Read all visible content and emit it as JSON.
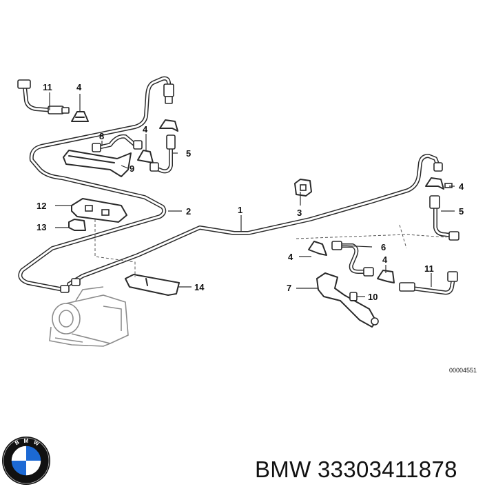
{
  "diagram": {
    "callouts": [
      {
        "id": "c11a",
        "text": "11"
      },
      {
        "id": "c4a",
        "text": "4"
      },
      {
        "id": "c8",
        "text": "8"
      },
      {
        "id": "c4b",
        "text": "4"
      },
      {
        "id": "c9",
        "text": "9"
      },
      {
        "id": "c5a",
        "text": "5"
      },
      {
        "id": "c3",
        "text": "3"
      },
      {
        "id": "c4c",
        "text": "4"
      },
      {
        "id": "c5b",
        "text": "5"
      },
      {
        "id": "c12",
        "text": "12"
      },
      {
        "id": "c2",
        "text": "2"
      },
      {
        "id": "c1",
        "text": "1"
      },
      {
        "id": "c13",
        "text": "13"
      },
      {
        "id": "c6",
        "text": "6"
      },
      {
        "id": "c4d",
        "text": "4"
      },
      {
        "id": "c4e",
        "text": "4"
      },
      {
        "id": "c14",
        "text": "14"
      },
      {
        "id": "c7",
        "text": "7"
      },
      {
        "id": "c11b",
        "text": "11"
      },
      {
        "id": "c10",
        "text": "10"
      }
    ],
    "reference_number": "00004551"
  },
  "footer": {
    "brand_text": "BMW 33303411878",
    "logo_letters": "BMW",
    "logo_colors": {
      "blue": "#1c69d4",
      "black": "#111111",
      "white": "#ffffff"
    }
  }
}
